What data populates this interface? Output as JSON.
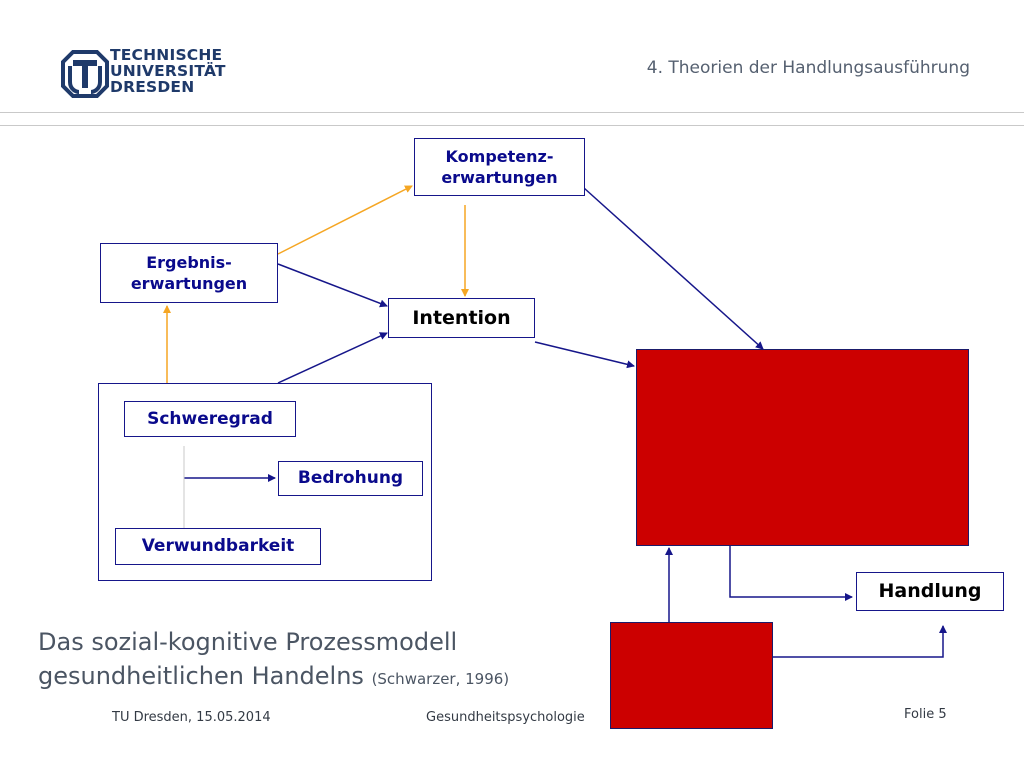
{
  "header": {
    "logo": {
      "line1": "TECHNISCHE",
      "line2": "UNIVERSITÄT",
      "line3": "DRESDEN"
    },
    "title": "4. Theorien der Handlungsausführung"
  },
  "diagram": {
    "nodes": {
      "kompetenz": {
        "line1": "Kompetenz-",
        "line2": "erwartungen"
      },
      "ergebnis": {
        "line1": "Ergebnis-",
        "line2": "erwartungen"
      },
      "intention": "Intention",
      "schweregrad": "Schweregrad",
      "bedrohung": "Bedrohung",
      "verwundbarkeit": "Verwundbarkeit",
      "handlung": "Handlung"
    },
    "colors": {
      "box_border": "#16168a",
      "node_text": "#0a0a8c",
      "blue_arrow": "#16168a",
      "orange_arrow": "#f5a623",
      "red_box": "#cc0000"
    }
  },
  "caption": {
    "line1": "Das sozial-kognitive Prozessmodell",
    "line2": "gesundheitlichen Handelns",
    "citation": "(Schwarzer, 1996)"
  },
  "footer": {
    "left": "TU Dresden, 15.05.2014",
    "center": "Gesundheitspsychologie",
    "right": "Folie 5"
  }
}
